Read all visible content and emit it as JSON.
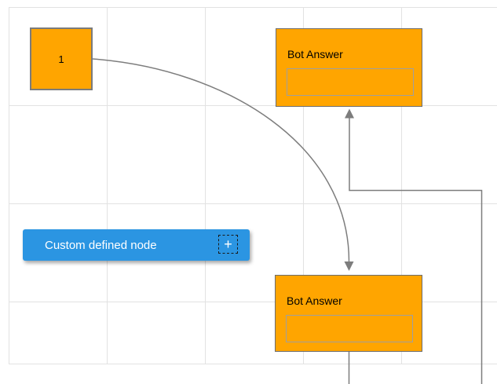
{
  "diagram": {
    "background": "#ffffff",
    "grid_color": "#e2e2e2",
    "connector_color": "#7d7d7d"
  },
  "nodes": {
    "start_square": {
      "label": "1",
      "fill": "#ffa500",
      "stroke": "#7b7b7b"
    },
    "bot_answer_top": {
      "title": "Bot Answer",
      "fill": "#ffa500",
      "stroke": "#6d6d6d"
    },
    "bot_answer_bottom": {
      "title": "Bot Answer",
      "fill": "#ffa500",
      "stroke": "#6d6d6d"
    },
    "custom_node": {
      "label": "Custom defined node",
      "fill": "#2b95e2",
      "text_color": "#ffffff",
      "plus_icon": "+"
    }
  }
}
